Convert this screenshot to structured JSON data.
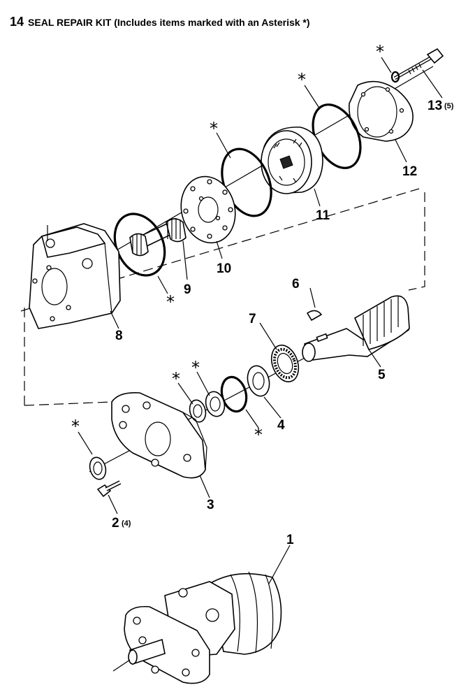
{
  "title": {
    "number": "14",
    "text": "SEAL REPAIR KIT (Includes items marked with an Asterisk *)"
  },
  "seal_marker": "*",
  "callouts": {
    "c1": "1",
    "c2": "2",
    "c2_qty": "(4)",
    "c3": "3",
    "c4": "4",
    "c5": "5",
    "c6": "6",
    "c7": "7",
    "c8": "8",
    "c9": "9",
    "c10": "10",
    "c11": "11",
    "c12": "12",
    "c13": "13",
    "c13_qty": "(5)"
  }
}
